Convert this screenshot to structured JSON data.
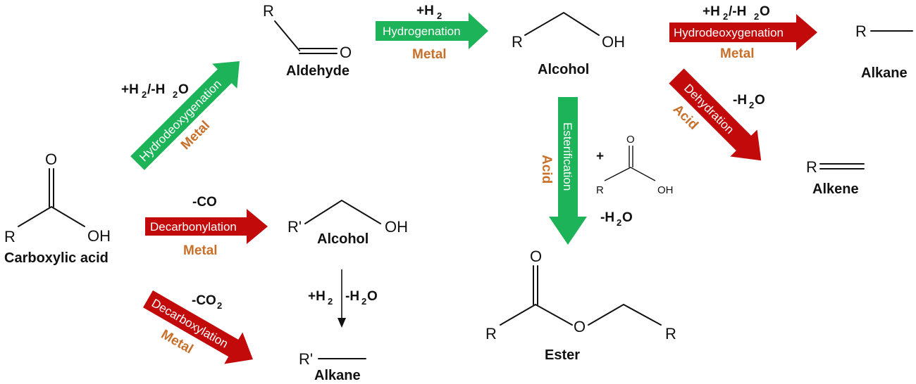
{
  "colors": {
    "green_arrow": "#1db359",
    "red_arrow": "#c20a0a",
    "catalyst_text": "#c8702a",
    "text": "#111111"
  },
  "molecules": {
    "carboxylic_acid": {
      "name": "Carboxylic acid",
      "r": "R",
      "o": "O",
      "oh": "OH"
    },
    "aldehyde": {
      "name": "Aldehyde",
      "r": "R",
      "o": "O"
    },
    "alcohol_top": {
      "name": "Alcohol",
      "r": "R",
      "oh": "OH"
    },
    "alkane_top": {
      "name": "Alkane",
      "r": "R"
    },
    "alkene": {
      "name": "Alkene",
      "r": "R"
    },
    "alcohol_mid": {
      "name": "Alcohol",
      "r": "R'",
      "oh": "OH"
    },
    "alkane_bottom": {
      "name": "Alkane",
      "r": "R'"
    },
    "acetic_acid": {
      "plus": "+",
      "r": "R",
      "o": "O",
      "oh": "OH"
    },
    "ester": {
      "name": "Ester",
      "r1": "R",
      "o1": "O",
      "o2": "O",
      "r2": "R"
    }
  },
  "reactions": {
    "hdo_acid": {
      "label": "Hydrodeoxygenation",
      "catalyst": "Metal",
      "condition": "+H",
      "sub1": "2",
      "condition_rest": "/-H",
      "sub2": "2",
      "condition_end": "O"
    },
    "hydrogenation": {
      "label": "Hydrogenation",
      "catalyst": "Metal",
      "condition": "+H",
      "sub1": "2"
    },
    "hdo_alcohol": {
      "label": "Hydrodeoxygenation",
      "catalyst": "Metal",
      "condition": "+H",
      "sub1": "2",
      "condition_rest": "/-H",
      "sub2": "2",
      "condition_end": "O"
    },
    "dehydration": {
      "label": "Dehydration",
      "catalyst": "Acid",
      "condition": "-H",
      "sub1": "2",
      "condition_end": "O"
    },
    "esterification": {
      "label": "Esterification",
      "catalyst": "Acid",
      "condition": "-H",
      "sub1": "2",
      "condition_end": "O"
    },
    "decarbonylation": {
      "label": "Decarbonylation",
      "catalyst": "Metal",
      "condition": "-CO"
    },
    "decarboxylation": {
      "label": "Decarboxylation",
      "catalyst": "Metal",
      "condition": "-CO",
      "sub1": "2"
    },
    "alcohol_to_alkane": {
      "condition_left": "+H",
      "sub_left": "2",
      "condition_right": "-H",
      "sub_right": "2",
      "condition_end": "O"
    }
  }
}
